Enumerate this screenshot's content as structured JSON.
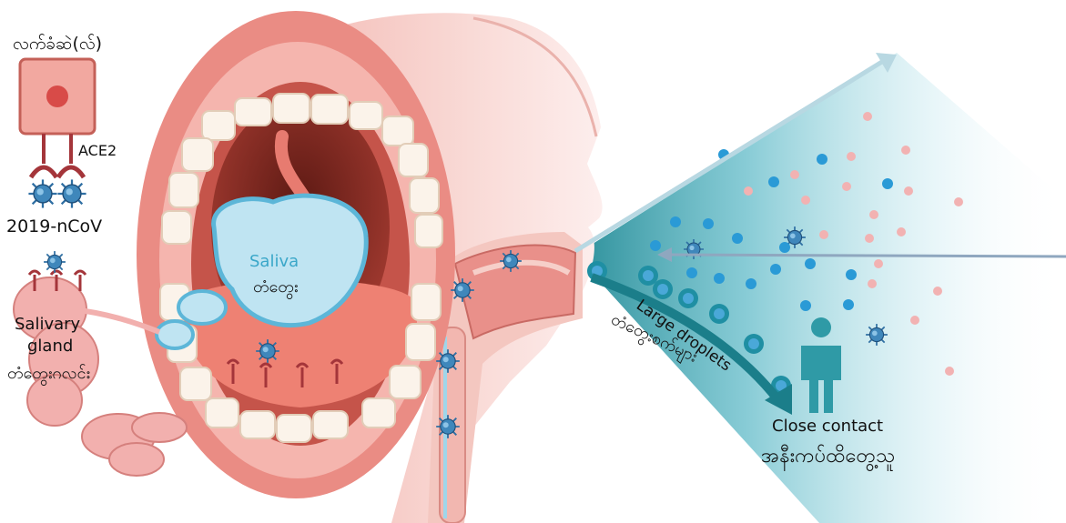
{
  "labels": {
    "cell_my": "လက်ခံဆဲ(လ်)",
    "ace2": "ACE2",
    "virus_name": "2019-nCoV",
    "saliva_en": "Saliva",
    "saliva_my": "တံတွေး",
    "gland_en_1": "Salivary",
    "gland_en_2": "gland",
    "gland_my": "တံတွေးဂလင်း",
    "droplets_en": "Large droplets",
    "droplets_my": "တံတွေးစက်များ",
    "contact_en": "Close contact",
    "contact_my": "အနီးကပ်ထိတွေ့သူ"
  },
  "colors": {
    "mouth_pink": "#f3a7a0",
    "lip_red": "#e8807a",
    "throat_dark": "#8a3028",
    "tongue": "#ef8478",
    "saliva_fill": "#bfe4f2",
    "saliva_stroke": "#5cb6d8",
    "virus": "#2f6fa3",
    "droplet_teal": "#1f8fa3",
    "droplet_blue": "#2a9ad6",
    "droplet_pink": "#f2b2b2",
    "receptor": "#a4353a",
    "person": "#2f9aa6",
    "cell_fill": "#f2a8a0"
  }
}
